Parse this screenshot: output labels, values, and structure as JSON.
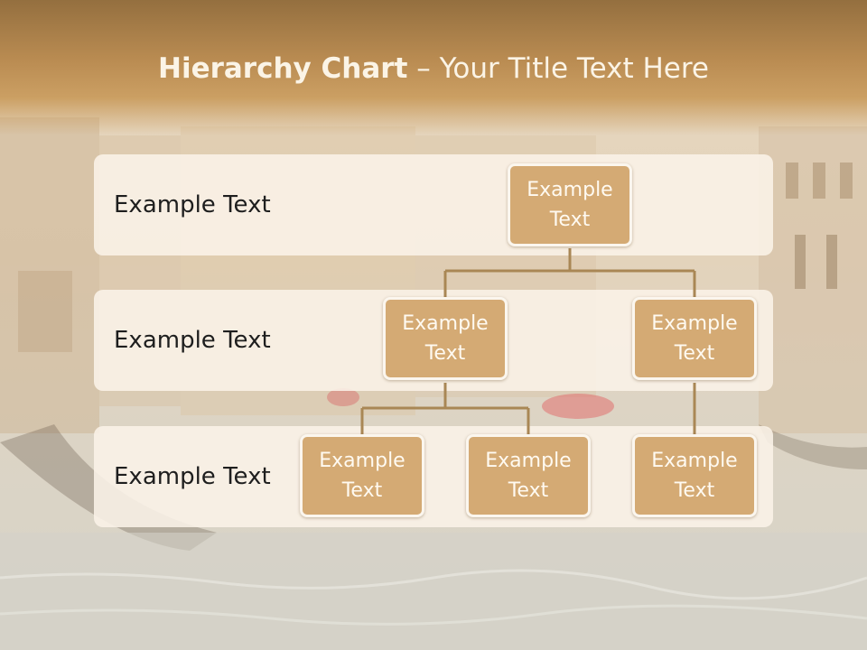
{
  "title": {
    "bold": "Hierarchy Chart",
    "dash": " – ",
    "rest": "Your Title Text Here"
  },
  "levels": [
    {
      "label": "Example Text"
    },
    {
      "label": "Example Text"
    },
    {
      "label": "Example Text"
    }
  ],
  "nodes": {
    "root": "Example\nText",
    "l2_left": "Example\nText",
    "l2_right": "Example\nText",
    "l3_a": "Example\nText",
    "l3_b": "Example\nText",
    "l3_c": "Example\nText"
  },
  "colors": {
    "node_fill": "#d4aa74",
    "connector": "#a98755",
    "title_band": "#ba8c52"
  }
}
